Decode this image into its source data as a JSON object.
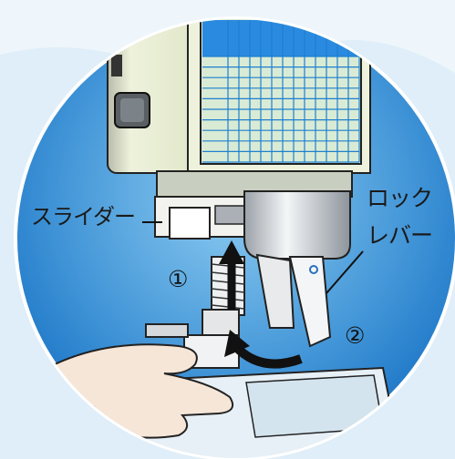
{
  "labels": {
    "slider": "スライダー",
    "lock_lever_line1": "ロック",
    "lock_lever_line2": "レバー"
  },
  "steps": {
    "one": "①",
    "two": "②"
  },
  "colors": {
    "sky": "#dfeef8",
    "circle_blue": "#1f78c8",
    "circle_light": "#7ec3ee",
    "housing": "#eef2dc",
    "panel": "#d9ebd4",
    "grid_blue": "#1e7fd0",
    "metal": "#d9dcdf",
    "skin": "#f6e6d8",
    "bag": "#e6f0f6"
  }
}
